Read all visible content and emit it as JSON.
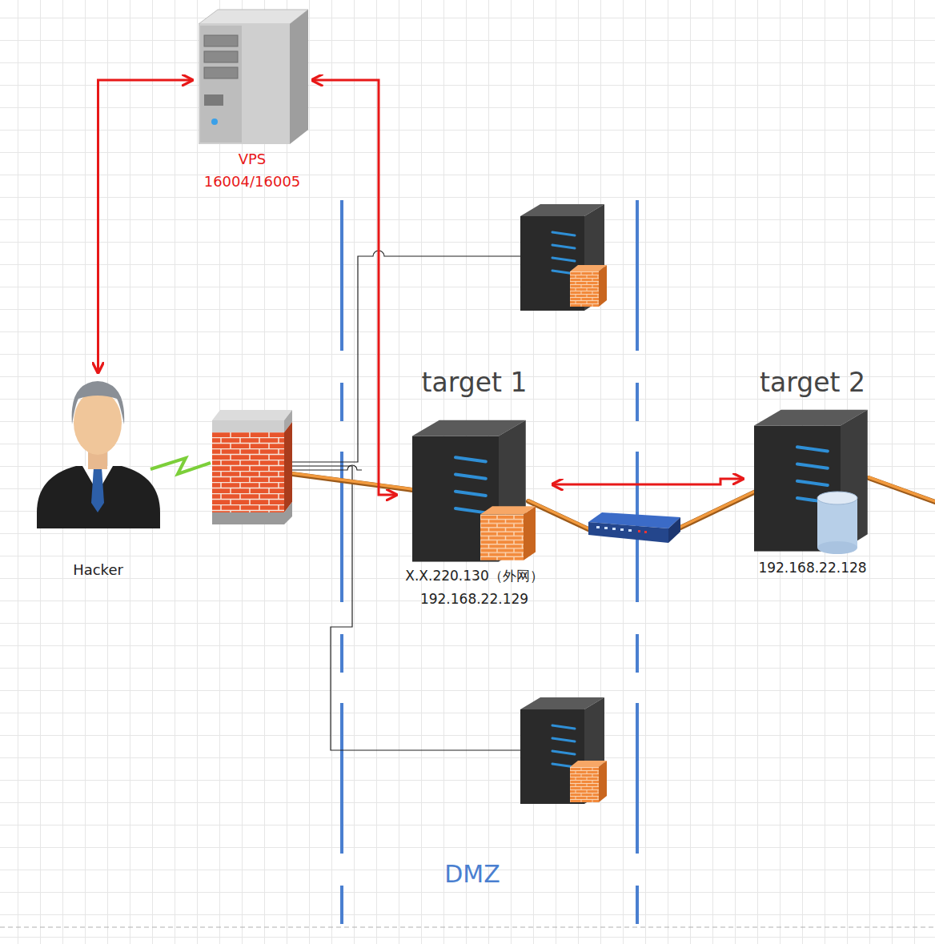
{
  "diagram": {
    "nodes": [
      {
        "text": [
          "VPS",
          "16004/16005"
        ]
      },
      {
        "text": [
          "Hacker"
        ]
      },
      {
        "text": [
          "target 1",
          "X.X.220.130（外网）",
          "192.168.22.129"
        ]
      },
      {
        "text": [
          "target 2",
          "192.168.22.128"
        ]
      }
    ],
    "edges": [
      {
        "from": 1,
        "to": 0,
        "arrow": "both"
      },
      {
        "from": 0,
        "to": 2,
        "arrow": "both"
      },
      {
        "from": 2,
        "to": 3,
        "arrow": "both"
      }
    ],
    "labels": [
      "DMZ"
    ]
  }
}
